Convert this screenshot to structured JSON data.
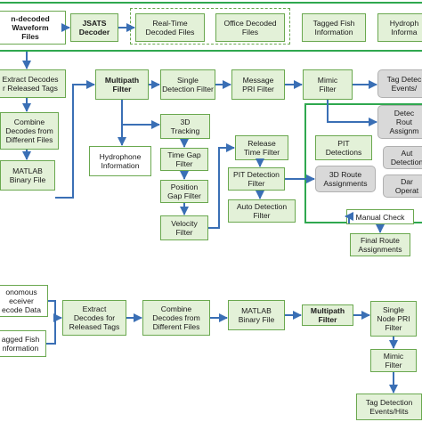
{
  "top_row": {
    "undecoded": "n-decoded\nWaveform\nFiles",
    "jsats_decoder": "JSATS\nDecoder",
    "realtime": "Real-Time\nDecoded Files",
    "office": "Office Decoded\nFiles",
    "tagged_fish": "Tagged Fish\nInformation",
    "hydrophone": "Hydroph\nInforma"
  },
  "flow1": {
    "extract": "Extract Decodes\nr Released Tags",
    "combine": "Combine\nDecodes from\nDifferent Files",
    "matlab": "MATLAB\nBinary File",
    "multipath": "Multipath\nFilter",
    "single_detection": "Single\nDetection Filter",
    "message_pri": "Message\nPRI Filter",
    "mimic": "Mimic\nFilter",
    "tag_detect": "Tag Detec\nEvents/",
    "detect_route": "Detec\nRout\nAssignm",
    "hydrophone_info": "Hydrophone\nInformation",
    "tracking_3d": "3D\nTracking",
    "time_gap": "Time Gap\nFilter",
    "position_gap": "Position\nGap Filter",
    "velocity": "Velocity\nFilter",
    "release_time": "Release\nTime Filter",
    "pit_detection_filter": "PIT Detection\nFilter",
    "auto_detection_filter": "Auto Detection\nFilter",
    "pit_detections": "PIT\nDetections",
    "route_3d": "3D Route\nAssignments",
    "auto_detect": "Aut\nDetection",
    "dam_ops": "Dar\nOperat",
    "manual_check": "Manual Check",
    "final_route": "Final Route\nAssignments"
  },
  "flow2": {
    "autonomous": "onomous\neceiver\necode Data",
    "tagged_fish": "agged Fish\nnformation",
    "extract": "Extract\nDecodes for\nReleased Tags",
    "combine": "Combine\nDecodes from\nDifferent Files",
    "matlab": "MATLAB\nBinary File",
    "multipath": "Multipath\nFilter",
    "single_pri": "Single\nNode PRI\nFilter",
    "mimic": "Mimic\nFilter",
    "tag_detect": "Tag Detection\nEvents/Hits"
  },
  "colors": {
    "box_fill": "#e3f1d8",
    "box_border": "#6aa84f",
    "frame": "#2fa84f",
    "arrow": "#3a6fb5",
    "gray": "#d9d9d9"
  }
}
